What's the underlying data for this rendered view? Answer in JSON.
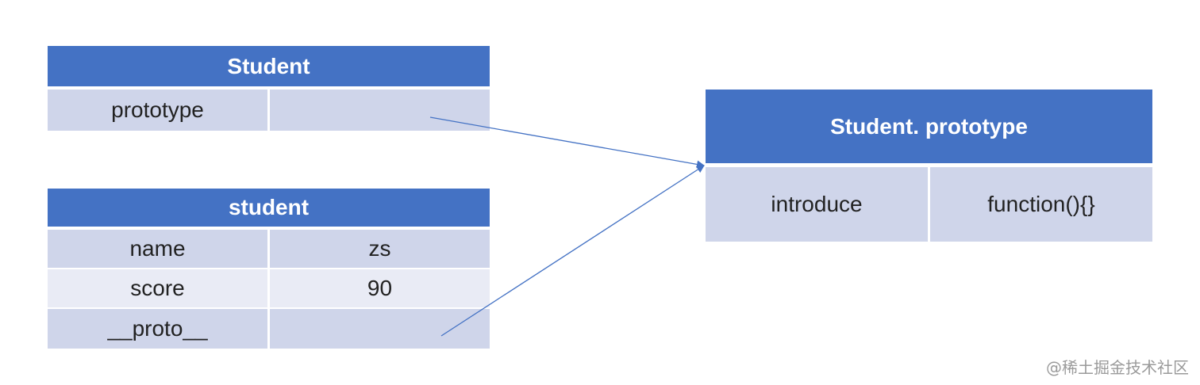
{
  "tables": {
    "student_constructor": {
      "title": "Student",
      "rows": [
        {
          "key": "prototype",
          "value": ""
        }
      ]
    },
    "student_instance": {
      "title": "student",
      "rows": [
        {
          "key": "name",
          "value": "zs"
        },
        {
          "key": "score",
          "value": "90"
        },
        {
          "key": "__proto__",
          "value": ""
        }
      ]
    },
    "student_prototype": {
      "title": "Student. prototype",
      "rows": [
        {
          "key": "introduce",
          "value": "function(){}"
        }
      ]
    }
  },
  "arrows": [
    {
      "from": "Student.prototype",
      "to": "Student. prototype"
    },
    {
      "from": "student.__proto__",
      "to": "Student. prototype"
    }
  ],
  "watermark": "@稀土掘金技术社区",
  "colors": {
    "header": "#4472c4",
    "row_dark": "#cfd5ea",
    "row_light": "#e9ebf5",
    "arrow": "#4472c4"
  }
}
